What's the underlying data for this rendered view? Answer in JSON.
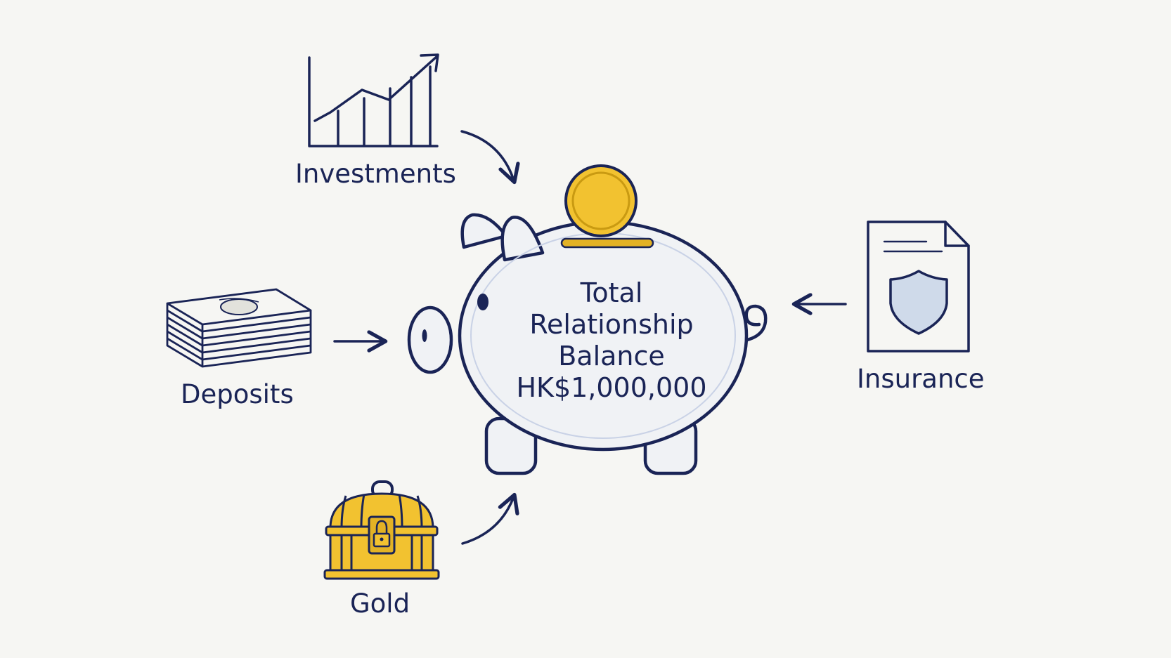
{
  "labels": {
    "investments": "Investments",
    "deposits": "Deposits",
    "insurance": "Insurance",
    "gold": "Gold"
  },
  "center": {
    "line1": "Total",
    "line2": "Relationship",
    "line3": "Balance",
    "amount": "HK$1,000,000"
  },
  "icons": {
    "investments": "chart-growth-icon",
    "deposits": "cash-stack-icon",
    "insurance": "insurance-document-icon",
    "gold": "treasure-chest-icon",
    "center": "piggy-bank-icon",
    "coin": "coin-icon"
  },
  "colors": {
    "ink": "#1a2456",
    "gold": "#f2c230",
    "gold_dark": "#c99a12",
    "shield": "#cfdaea",
    "background": "#f6f6f3"
  }
}
